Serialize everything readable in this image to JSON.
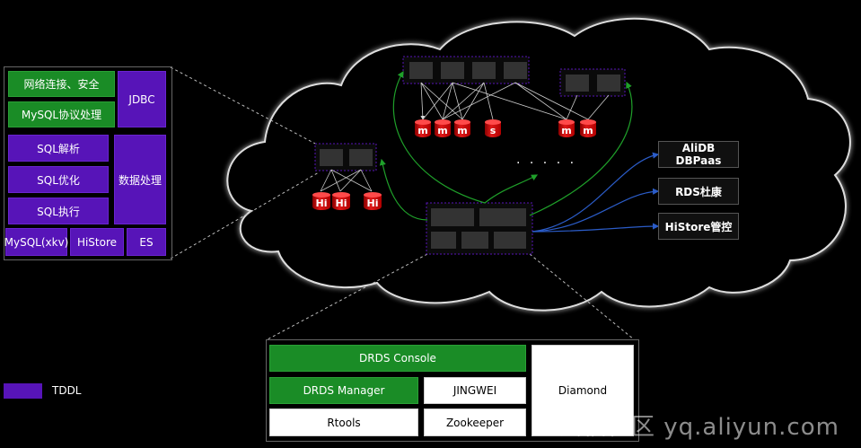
{
  "tddl_stack": {
    "network_security": "网络连接、安全",
    "mysql_protocol": "MySQL协议处理",
    "jdbc": "JDBC",
    "sql_parse": "SQL解析",
    "sql_optimize": "SQL优化",
    "sql_execute": "SQL执行",
    "data_processing": "数据处理",
    "mysql_xkv": "MySQL(xkv)",
    "histore": "HiStore",
    "es": "ES"
  },
  "legend": {
    "label": "TDDL",
    "color": "#5714b8"
  },
  "cloud": {
    "db_labels_m": [
      "m",
      "m",
      "m",
      "m",
      "m"
    ],
    "db_label_s": "s",
    "hi_labels": [
      "Hi",
      "Hi",
      "Hi"
    ],
    "ellipsis": "· · ·  · ·",
    "services": [
      "AliDB DBPaas",
      "RDS杜康",
      "HiStore管控"
    ]
  },
  "drds": {
    "console": "DRDS Console",
    "manager": "DRDS Manager",
    "jingwei": "JINGWEI",
    "diamond": "Diamond",
    "rtools": "Rtools",
    "zookeeper": "Zookeeper"
  },
  "watermark": "云栖社区 yq.aliyun.com",
  "colors": {
    "tddl_purple": "#5714b8",
    "green": "#1a8c26",
    "db_red": "#d01010"
  }
}
